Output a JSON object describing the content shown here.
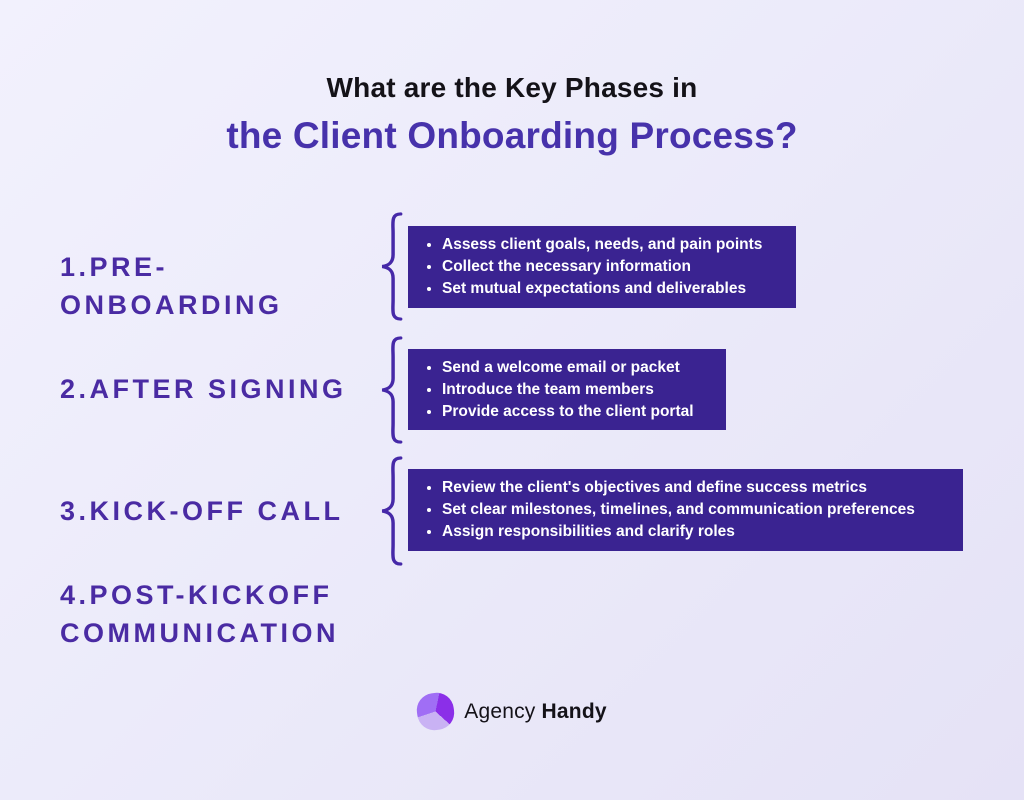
{
  "title": {
    "line1": "What are the Key Phases in",
    "line2": "the Client Onboarding Process?"
  },
  "phases": [
    {
      "label": "1.PRE-ONBOARDING",
      "bullets": [
        "Assess client goals, needs, and pain points",
        "Collect the necessary information",
        "Set mutual expectations and deliverables"
      ]
    },
    {
      "label": "2.AFTER SIGNING",
      "bullets": [
        "Send a welcome email or packet",
        "Introduce the team members",
        "Provide access to the client portal"
      ]
    },
    {
      "label": "3.KICK-OFF CALL",
      "bullets": [
        "Review the client's objectives and define success metrics",
        "Set clear milestones, timelines, and communication preferences",
        "Assign responsibilities and clarify roles"
      ]
    },
    {
      "label": "4.POST-KICKOFF COMMUNICATION",
      "bullets": []
    }
  ],
  "footer": {
    "brand_regular": "Agency",
    "brand_bold": "Handy"
  },
  "colors": {
    "background": "#ECEBFA",
    "title_text": "#141218",
    "title_accent": "#4732AB",
    "phase_label": "#4A2BA3",
    "box_background": "#3A2391",
    "box_text": "#FFFFFF",
    "brace": "#4629A8",
    "logo_petal_vivid": "#8B2FE8",
    "logo_petal_medium": "#A06EF5",
    "logo_petal_light": "#C9B2F4"
  }
}
